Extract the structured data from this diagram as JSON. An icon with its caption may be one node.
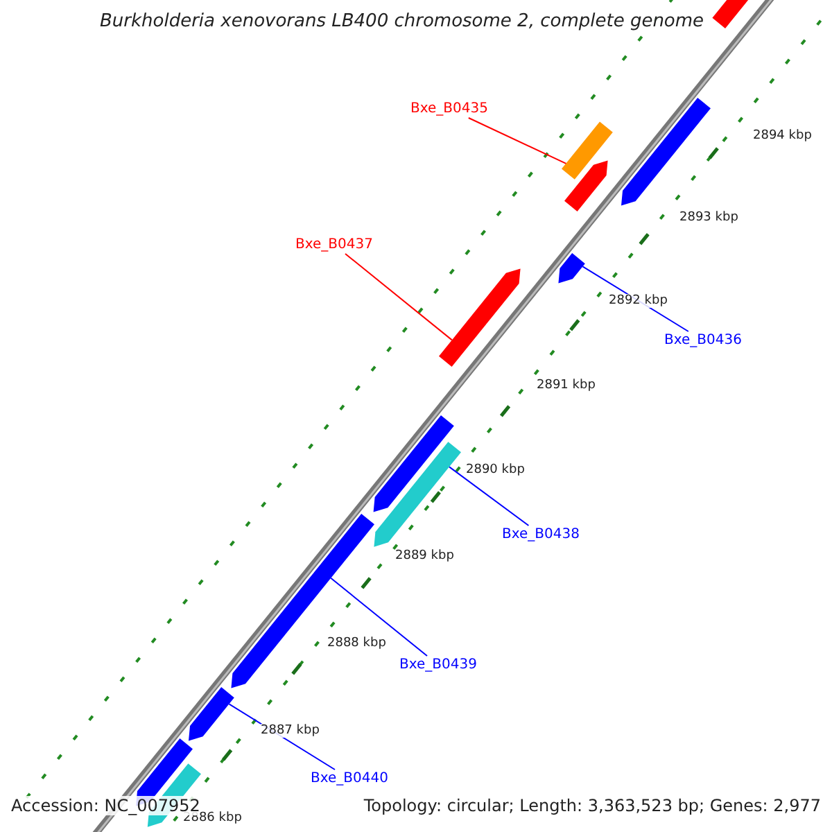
{
  "diagram": {
    "title": "Burkholderia xenovorans LB400 chromosome 2, complete genome",
    "nodes": [
      {
        "text": [],
        "shape": "arrow"
      },
      {
        "text": [],
        "shape": "arrow"
      },
      {
        "text": [
          "Bxe_B0435"
        ]
      },
      {
        "text": [],
        "shape": "box"
      },
      {
        "text": [],
        "shape": "arrow"
      },
      {
        "text": [
          "Bxe_B0437"
        ]
      },
      {
        "text": [],
        "shape": "arrow"
      },
      {
        "text": [],
        "shape": "arrow"
      },
      {
        "text": [
          "Bxe_B0436"
        ]
      },
      {
        "text": [],
        "shape": "arrow"
      },
      {
        "text": [],
        "shape": "arrow"
      },
      {
        "text": [
          "Bxe_B0438"
        ]
      },
      {
        "text": [],
        "shape": "arrow"
      },
      {
        "text": [
          "Bxe_B0439"
        ]
      },
      {
        "text": [],
        "shape": "arrow"
      },
      {
        "text": [
          "Bxe_B0440"
        ]
      },
      {
        "text": [],
        "shape": "arrow"
      },
      {
        "text": [],
        "shape": "arrow"
      }
    ],
    "edges": [
      {
        "from": 2,
        "to": 3,
        "arrow": "none",
        "color": "#ff0000"
      },
      {
        "from": 5,
        "to": 7,
        "arrow": "none",
        "color": "#ff0000"
      },
      {
        "from": 8,
        "to": 6,
        "arrow": "none"
      },
      {
        "from": 11,
        "to": 10,
        "arrow": "none"
      },
      {
        "from": 13,
        "to": 12,
        "arrow": "none"
      },
      {
        "from": 15,
        "to": 14,
        "arrow": "none"
      }
    ],
    "labels": [
      "2894 kbp",
      "2893 kbp",
      "2892 kbp",
      "2891 kbp",
      "2890 kbp",
      "2889 kbp",
      "2888 kbp",
      "2887 kbp",
      "2886 kbp",
      "Accession: NC_007952",
      "Topology: circular; Length: 3,363,523 bp; Genes: 2,977"
    ]
  }
}
